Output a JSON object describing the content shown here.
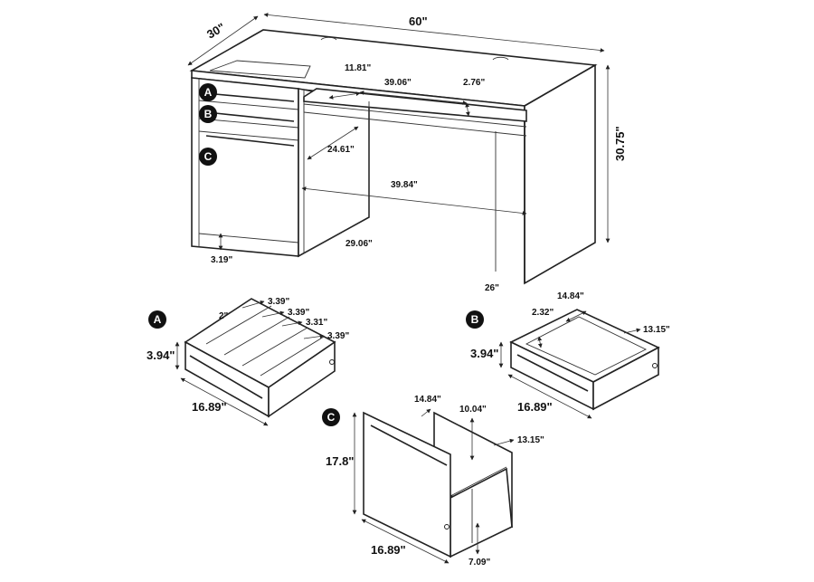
{
  "desk": {
    "depth": "30\"",
    "width": "60\"",
    "height": "30.75\"",
    "d_11_81": "11.81\"",
    "d_39_06": "39.06\"",
    "d_2_76": "2.76\"",
    "d_24_61": "24.61\"",
    "d_39_84": "39.84\"",
    "d_29_06": "29.06\"",
    "d_3_19": "3.19\"",
    "d_26": "26\""
  },
  "badges": {
    "a": "A",
    "b": "B",
    "c": "C"
  },
  "drawer_a": {
    "label": "A",
    "height": "3.94\"",
    "width": "16.89\"",
    "d_2": "2\"",
    "d_3_39_a": "3.39\"",
    "d_3_39_b": "3.39\"",
    "d_3_31": "3.31\"",
    "d_3_39_c": "3.39\""
  },
  "drawer_b": {
    "label": "B",
    "height": "3.94\"",
    "width": "16.89\"",
    "depth": "14.84\"",
    "inner_depth": "2.32\"",
    "inner_width": "13.15\""
  },
  "drawer_c": {
    "label": "C",
    "height": "17.8\"",
    "width": "16.89\"",
    "depth": "14.84\"",
    "d_10_04": "10.04\"",
    "d_13_15": "13.15\"",
    "d_7_09": "7.09\""
  }
}
